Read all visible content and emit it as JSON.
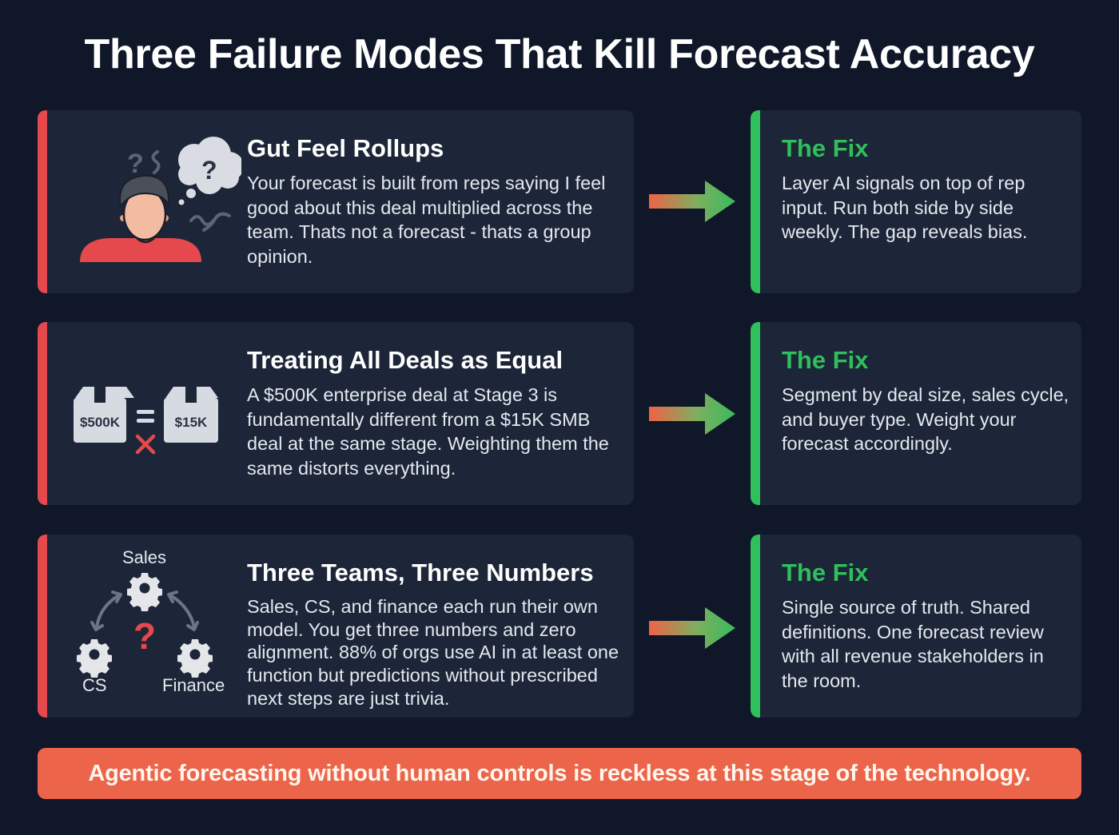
{
  "title": "Three Failure Modes That Kill Forecast Accuracy",
  "colors": {
    "background": "#0f1729",
    "card": "#1c2638",
    "problem_accent": "#e5484d",
    "fix_accent": "#2fbf5c",
    "banner": "#ec6449",
    "arrow_start": "#ef6247",
    "arrow_end": "#38bb5e"
  },
  "rows": [
    {
      "problem": {
        "icon": "confused-person-icon",
        "title": "Gut Feel Rollups",
        "body": "Your forecast is built from reps saying I feel good about this deal multiplied across the team. Thats not a forecast - thats a group opinion."
      },
      "fix": {
        "title": "The Fix",
        "body": "Layer AI signals on top of rep input. Run both side by side weekly. The gap reveals bias."
      }
    },
    {
      "problem": {
        "icon": "unequal-deals-icon",
        "box_left": "$500K",
        "box_right": "$15K",
        "title": "Treating All Deals as Equal",
        "body": "A $500K enterprise deal at Stage 3 is fundamentally different from a $15K SMB deal at the same stage. Weighting them the same distorts everything."
      },
      "fix": {
        "title": "The Fix",
        "body": "Segment by deal size, sales cycle, and buyer type. Weight your forecast accordingly."
      }
    },
    {
      "problem": {
        "icon": "three-teams-gears-icon",
        "teams": [
          "Sales",
          "CS",
          "Finance"
        ],
        "title": "Three Teams, Three Numbers",
        "body": "Sales, CS, and finance each run their own model. You get three numbers and zero alignment. 88% of orgs use AI in at least one function but predictions without prescribed next steps are just trivia."
      },
      "fix": {
        "title": "The Fix",
        "body": "Single source of truth. Shared definitions. One forecast review with all revenue stakeholders in the room."
      }
    }
  ],
  "banner": "Agentic forecasting without human controls is reckless at this stage of the technology."
}
